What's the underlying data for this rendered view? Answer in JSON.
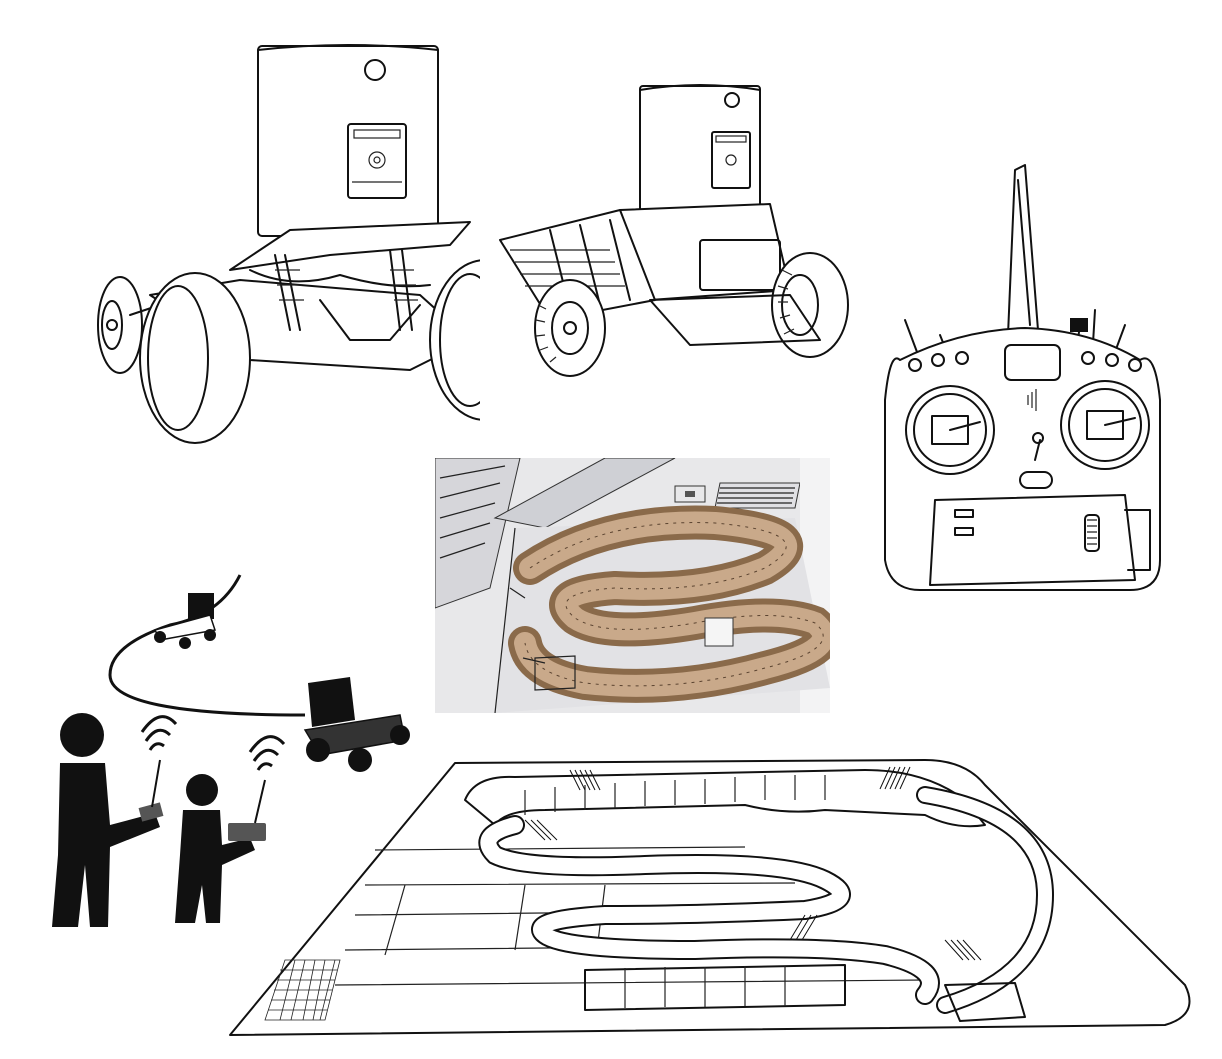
{
  "illustration": {
    "elements": [
      {
        "id": "buggy",
        "icon": "rc-buggy-with-speaker-icon"
      },
      {
        "id": "truck",
        "icon": "rc-monster-truck-with-speaker-icon"
      },
      {
        "id": "transmitter",
        "icon": "rc-transmitter-icon"
      },
      {
        "id": "track-photo",
        "icon": "track-sketch-photo"
      },
      {
        "id": "drivers",
        "icon": "people-driving-rc-cars-icon"
      },
      {
        "id": "track-drawing",
        "icon": "track-line-drawing"
      }
    ],
    "colors": {
      "ink": "#111111",
      "photo_paper": "#e8e8ea",
      "track_tan": "#c9a98a",
      "track_brown": "#8a6a4a"
    }
  }
}
